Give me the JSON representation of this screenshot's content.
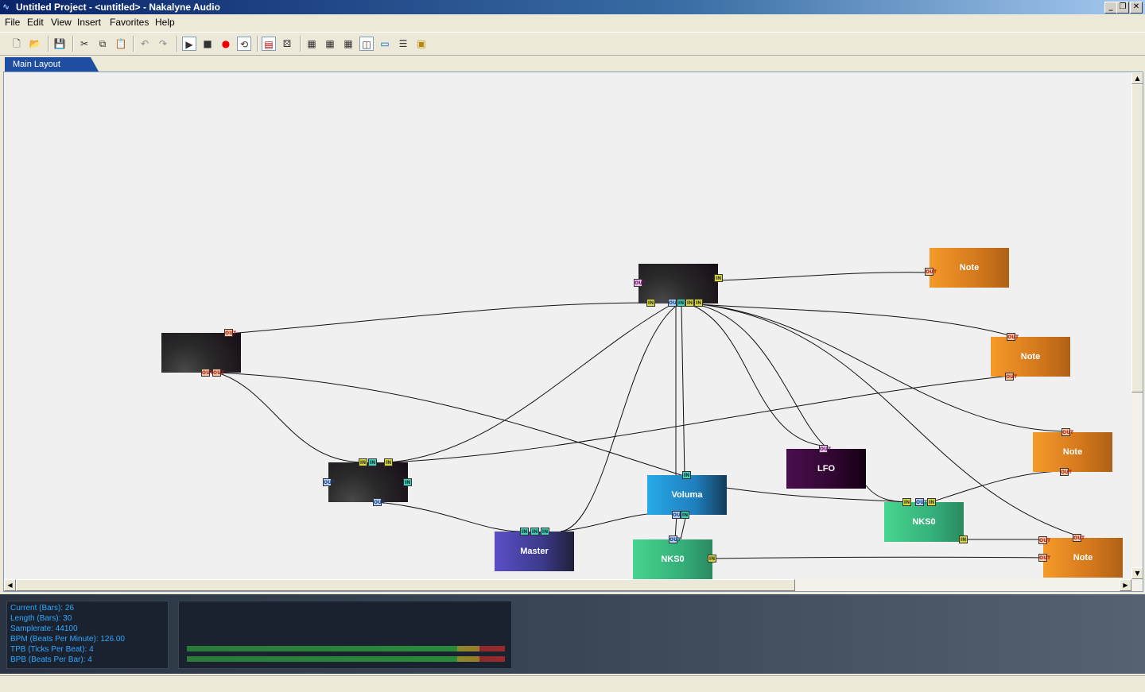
{
  "window": {
    "title": "Untitled Project - <untitled> - Nakalyne Audio",
    "controls": {
      "minimize": "_",
      "restore": "❐",
      "close": "✕"
    }
  },
  "menu": [
    "File",
    "Edit",
    "View",
    "Insert",
    "Favorites",
    "Help"
  ],
  "toolbar": {
    "icons": [
      "new-file-icon",
      "open-folder-icon",
      "save-icon",
      "cut-icon",
      "copy-icon",
      "paste-icon",
      "undo-icon",
      "redo-icon",
      "play-icon",
      "stop-icon",
      "record-icon",
      "loop-icon",
      "mixer-icon",
      "pattern-icon",
      "view-1-icon",
      "view-2-icon",
      "view-3-icon",
      "view-4-icon",
      "view-5-icon",
      "view-6-icon",
      "view-7-icon"
    ]
  },
  "tabs": {
    "active": "Main Layout"
  },
  "nodes": {
    "note1": "Note",
    "note2": "Note",
    "note3": "Note",
    "note4": "Note",
    "lfo": "LFO",
    "master": "Master",
    "voluma": "Voluma",
    "nks0_top": "NKS0",
    "nks0_bottom": "NKS0"
  },
  "ports": {
    "out": "OUT",
    "in": "IN"
  },
  "info": {
    "current": "Current (Bars): 26",
    "length": "Length (Bars): 30",
    "samplerate": "Samplerate: 44100",
    "bpm": "BPM (Beats Per Minute): 126.00",
    "tpb": "TPB (Ticks Per Beat): 4",
    "bpb": "BPB (Beats Per Bar): 4"
  },
  "meters": {
    "left_level": 0.85,
    "right_level": 0.85
  },
  "colors": {
    "titlebar": "#0a246a",
    "tab": "#1f4ea0",
    "info_text": "#2ea8ff",
    "orange_node": "#f59a2a"
  }
}
